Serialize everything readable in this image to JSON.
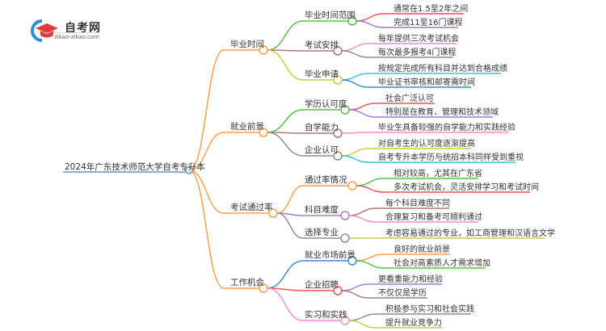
{
  "logo": {
    "title": "自考网",
    "url": "zikao-zikao.com"
  },
  "root": {
    "label": "2024年广东技术师范大学自考专升本"
  },
  "branches": [
    {
      "label": "毕业时间",
      "color": "#f7a24b",
      "children": [
        {
          "label": "毕业时间范围",
          "color": "#5bbd4c",
          "leaves": [
            {
              "label": "通常在1.5至2年之间",
              "color": "#e8545a"
            },
            {
              "label": "完成11至16门课程",
              "color": "#a57bd6"
            }
          ]
        },
        {
          "label": "考试安排",
          "color": "#a87c76",
          "leaves": [
            {
              "label": "每年提供三次考试机会",
              "color": "#ee8fd0"
            },
            {
              "label": "每次最多报考4门课程",
              "color": "#8f8f8f"
            }
          ]
        },
        {
          "label": "毕业申请",
          "color": "#cccc44",
          "leaves": [
            {
              "label": "按规定完成所有科目并达到合格成绩",
              "color": "#3fc3d8"
            },
            {
              "label": "毕业证书审核和邮寄需时间",
              "color": "#3f8ccf"
            }
          ]
        }
      ]
    },
    {
      "label": "就业前景",
      "color": "#f7a24b",
      "children": [
        {
          "label": "学历认可度",
          "color": "#5bbd4c",
          "leaves": [
            {
              "label": "社会广泛认可",
              "color": "#e8545a"
            },
            {
              "label": "特别是在教育、管理和技术领域",
              "color": "#a57bd6"
            }
          ]
        },
        {
          "label": "自学能力",
          "color": "#a87c76",
          "leaves": [
            {
              "label": "毕业生具备较强的自学能力和实践经验",
              "color": "#ee8fd0"
            }
          ]
        },
        {
          "label": "企业认可",
          "color": "#8f8f8f",
          "leaves": [
            {
              "label": "对自考生的认可度逐渐提高",
              "color": "#cccc44"
            },
            {
              "label": "自考专升本学历与统招本科同样受到重视",
              "color": "#3fc3d8"
            }
          ]
        }
      ]
    },
    {
      "label": "考试通过率",
      "color": "#f7a24b",
      "children": [
        {
          "label": "通过率情况",
          "color": "#f7a24b",
          "leaves": [
            {
              "label": "相对较高，尤其在广东省",
              "color": "#5bbd4c"
            },
            {
              "label": "多次考试机会，灵活安排学习和考试时间",
              "color": "#e8545a"
            }
          ]
        },
        {
          "label": "科目难度",
          "color": "#a57bd6",
          "leaves": [
            {
              "label": "每个科目难度不同",
              "color": "#a87c76"
            },
            {
              "label": "合理复习和备考可顺利通过",
              "color": "#ee8fd0"
            }
          ]
        },
        {
          "label": "选择专业",
          "color": "#8f8f8f",
          "leaves": [
            {
              "label": "考虑容易通过的专业，如工商管理和汉语言文学",
              "color": "#cccc44"
            }
          ]
        }
      ]
    },
    {
      "label": "工作机会",
      "color": "#f7a24b",
      "children": [
        {
          "label": "就业市场前景",
          "color": "#3f8ccf",
          "leaves": [
            {
              "label": "良好的就业前景",
              "color": "#f7a24b"
            },
            {
              "label": "社会对高素质人才需求增加",
              "color": "#5bbd4c"
            }
          ]
        },
        {
          "label": "企业招聘",
          "color": "#e8545a",
          "leaves": [
            {
              "label": "更看重能力和经验",
              "color": "#a57bd6"
            },
            {
              "label": "不仅仅是学历",
              "color": "#a87c76"
            }
          ]
        },
        {
          "label": "实习和实践",
          "color": "#ee8fd0",
          "leaves": [
            {
              "label": "积极参与实习和社会实践",
              "color": "#8f8f8f"
            },
            {
              "label": "提升就业竞争力",
              "color": "#cccc44"
            }
          ]
        }
      ]
    }
  ]
}
